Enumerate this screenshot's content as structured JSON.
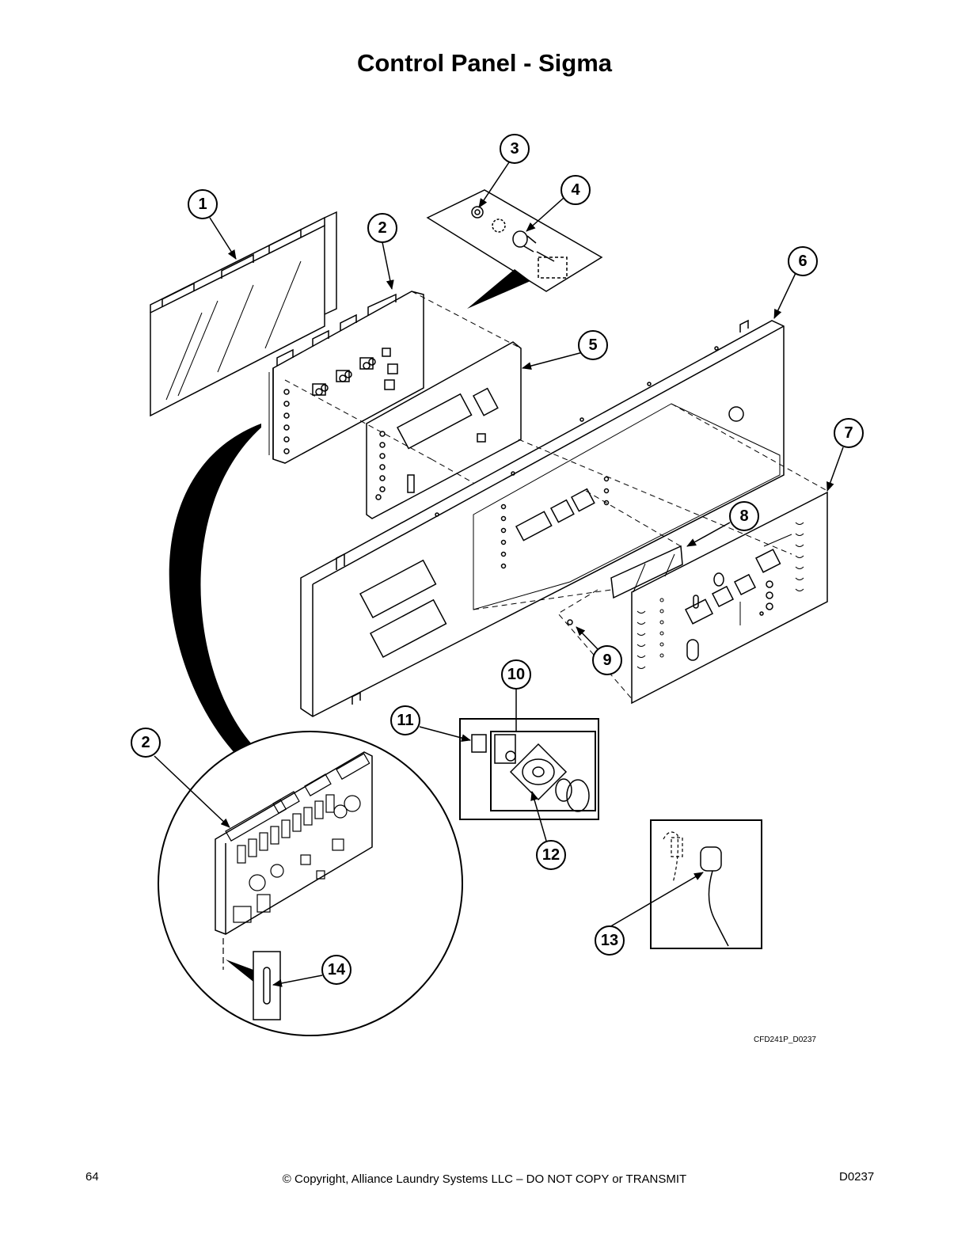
{
  "page": {
    "title": "Control Panel - Sigma",
    "drawing_code": "CFD241P_D0237",
    "footer": {
      "page_number": "64",
      "copyright": "© Copyright, Alliance Laundry Systems LLC – DO NOT COPY or TRANSMIT",
      "doc_id": "D0237"
    }
  },
  "callouts": {
    "c1": "1",
    "c2a": "2",
    "c2b": "2",
    "c3": "3",
    "c4": "4",
    "c5": "5",
    "c6": "6",
    "c7": "7",
    "c8": "8",
    "c9": "9",
    "c10": "10",
    "c11": "11",
    "c12": "12",
    "c13": "13",
    "c14": "14"
  },
  "colors": {
    "ink": "#000000",
    "paper": "#ffffff"
  }
}
